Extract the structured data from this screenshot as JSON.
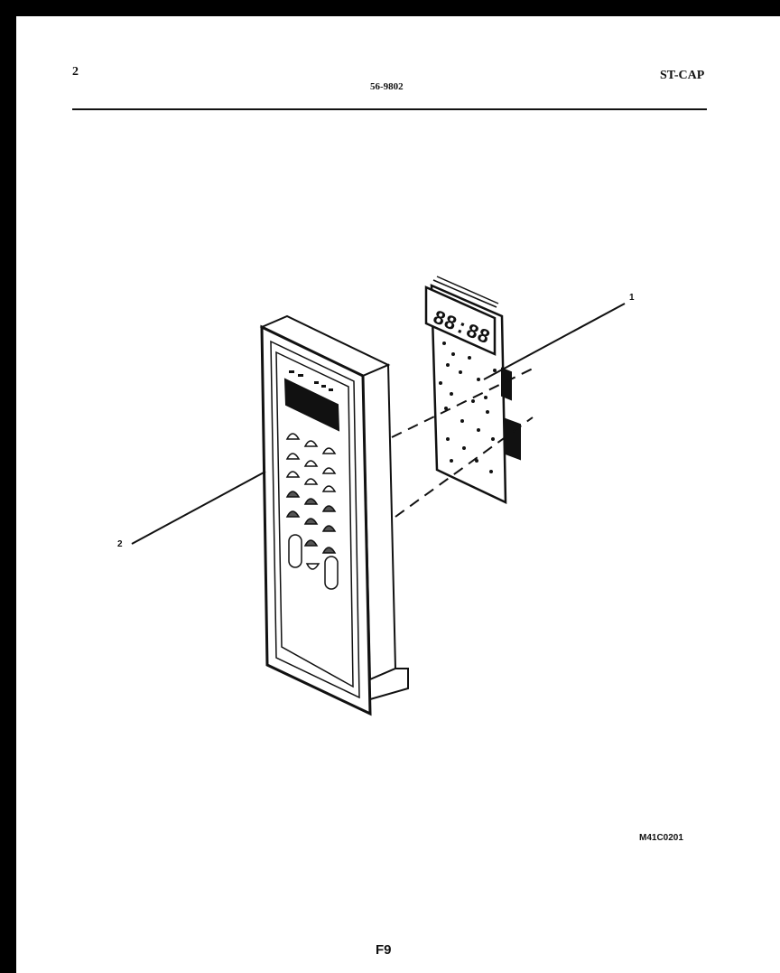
{
  "header": {
    "page_number": "2",
    "part_code": "56-9802",
    "model_code": "ST-CAP"
  },
  "callouts": {
    "item_1": "1",
    "item_2": "2"
  },
  "display": {
    "readout": "88:88"
  },
  "drawing_ref": "M41C0201",
  "footer": {
    "figure": "F9"
  },
  "colors": {
    "ink": "#111111",
    "paper": "#ffffff",
    "border": "#000000"
  }
}
